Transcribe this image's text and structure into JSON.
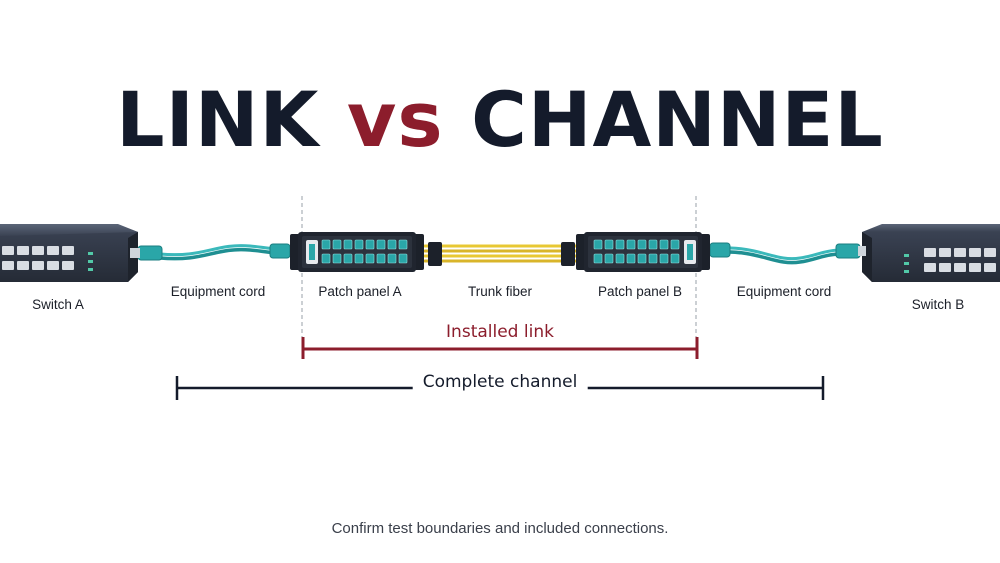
{
  "title": {
    "part1": "LINK",
    "part2": "vs",
    "part3": "CHANNEL"
  },
  "components": {
    "switch_a": "Switch A",
    "equipment_cord_left": "Equipment cord",
    "patch_panel_a": "Patch panel A",
    "trunk_fiber": "Trunk fiber",
    "patch_panel_b": "Patch panel B",
    "equipment_cord_right": "Equipment cord",
    "switch_b": "Switch B"
  },
  "spans": {
    "installed_link": "Installed link",
    "complete_channel": "Complete channel"
  },
  "footer": "Confirm test boundaries and included connections.",
  "colors": {
    "title_dark": "#141b2b",
    "accent_red": "#8c1d2c",
    "cord_teal": "#2aa6a8",
    "trunk_yellow": "#e8c833",
    "device_dark": "#2f3645"
  }
}
